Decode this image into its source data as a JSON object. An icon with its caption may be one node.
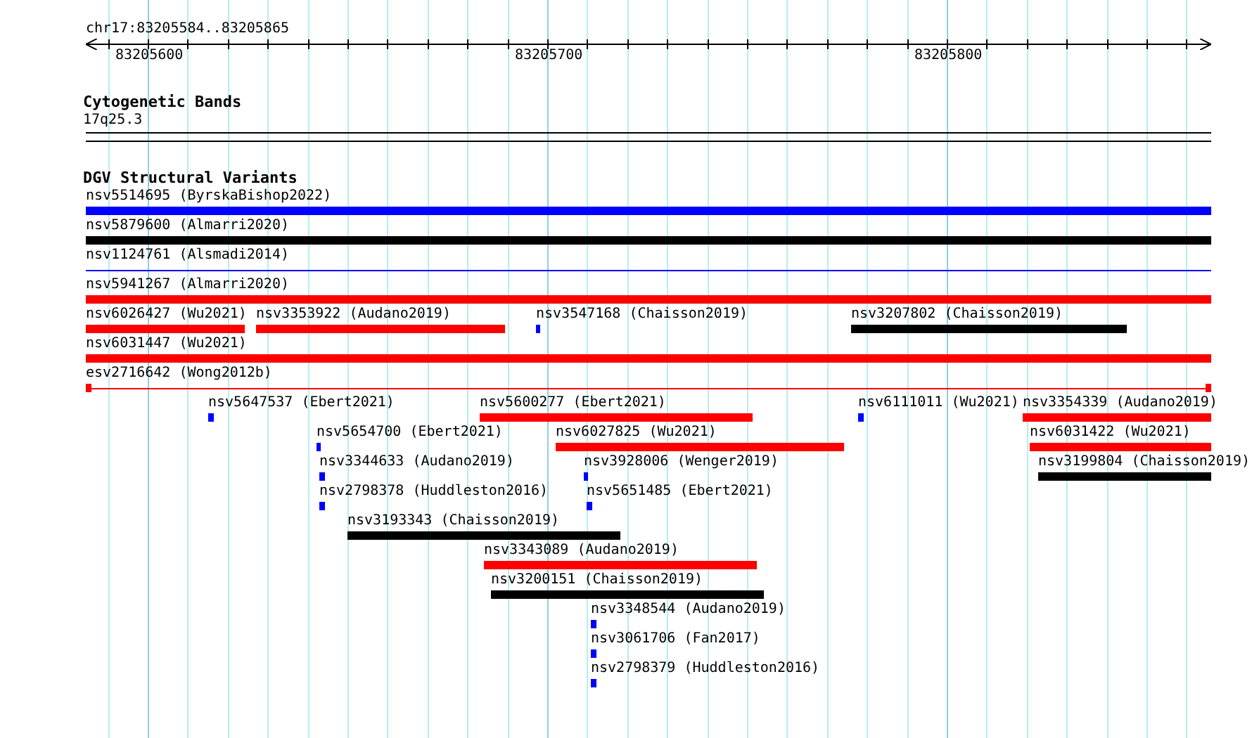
{
  "diagram": {
    "nodes": [
      {
        "text": [
          "nsv5514695 (ByrskaBishop2022)"
        ]
      },
      {
        "text": [
          "nsv5879600 (Almarri2020)"
        ]
      },
      {
        "text": [
          "nsv1124761 (Alsmadi2014)"
        ]
      },
      {
        "text": [
          "nsv5941267 (Almarri2020)"
        ]
      },
      {
        "text": [
          "nsv6026427 (Wu2021)"
        ]
      },
      {
        "text": [
          "nsv3353922 (Audano2019)"
        ]
      },
      {
        "text": [
          "nsv3547168 (Chaisson2019)"
        ]
      },
      {
        "text": [
          "nsv3207802 (Chaisson2019)"
        ]
      },
      {
        "text": [
          "nsv6031447 (Wu2021)"
        ]
      },
      {
        "text": [
          "esv2716642 (Wong2012b)"
        ]
      },
      {
        "text": [
          "nsv5647537 (Ebert2021)"
        ]
      },
      {
        "text": [
          "nsv5600277 (Ebert2021)"
        ]
      },
      {
        "text": [
          "nsv6111011 (Wu2021)"
        ]
      },
      {
        "text": [
          "nsv3354339 (Audano2019)"
        ]
      },
      {
        "text": [
          "nsv5654700 (Ebert2021)"
        ]
      },
      {
        "text": [
          "nsv6027825 (Wu2021)"
        ]
      },
      {
        "text": [
          "nsv6031422 (Wu2021)"
        ]
      },
      {
        "text": [
          "nsv3344633 (Audano2019)"
        ]
      },
      {
        "text": [
          "nsv3928006 (Wenger2019)"
        ]
      },
      {
        "text": [
          "nsv3199804 (Chaisson2019)"
        ]
      },
      {
        "text": [
          "nsv2798378 (Huddleston2016)"
        ]
      },
      {
        "text": [
          "nsv5651485 (Ebert2021)"
        ]
      },
      {
        "text": [
          "nsv3193343 (Chaisson2019)"
        ]
      },
      {
        "text": [
          "nsv3343089 (Audano2019)"
        ]
      },
      {
        "text": [
          "nsv3200151 (Chaisson2019)"
        ]
      },
      {
        "text": [
          "nsv3348544 (Audano2019)"
        ]
      },
      {
        "text": [
          "nsv3061706 (Fan2017)"
        ]
      },
      {
        "text": [
          "nsv2798379 (Huddleston2016)"
        ]
      }
    ],
    "labels": [
      "chr17:83205584..83205865",
      "83205600",
      "83205700",
      "83205800",
      "Cytogenetic Bands",
      "17q25.3",
      "DGV Structural Variants"
    ]
  }
}
